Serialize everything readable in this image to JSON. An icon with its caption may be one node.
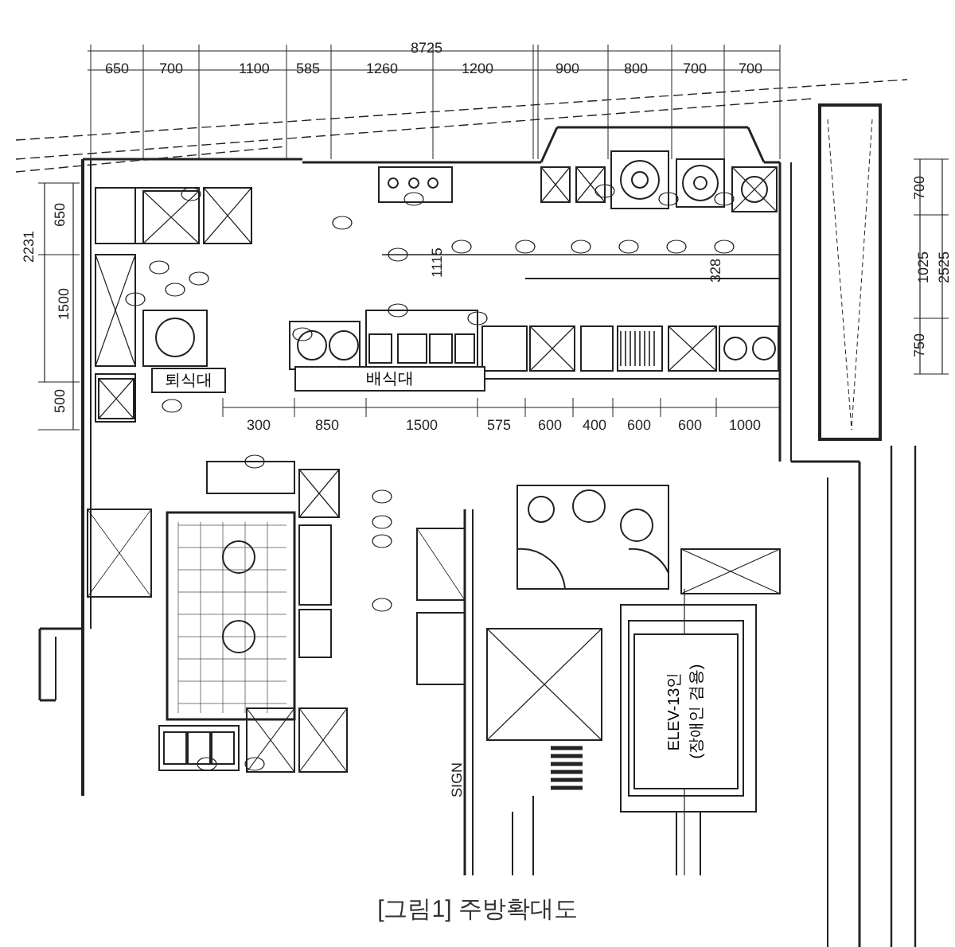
{
  "diagram": {
    "caption": "[그림1] 주방확대도",
    "nodes": [
      {
        "text": [
          "퇴식대"
        ]
      },
      {
        "text": [
          "배식대"
        ]
      },
      {
        "text": [
          "ELEV-13인",
          "(장애인 겸용)"
        ]
      }
    ],
    "labels": [
      "8725",
      "650",
      "700",
      "1100",
      "585",
      "1260",
      "1200",
      "900",
      "800",
      "700",
      "700",
      "2231",
      "650",
      "1500",
      "500",
      "700",
      "1025",
      "2525",
      "750",
      "1115",
      "328",
      "300",
      "850",
      "1500",
      "575",
      "600",
      "400",
      "600",
      "600",
      "1000",
      "SIGN"
    ]
  }
}
